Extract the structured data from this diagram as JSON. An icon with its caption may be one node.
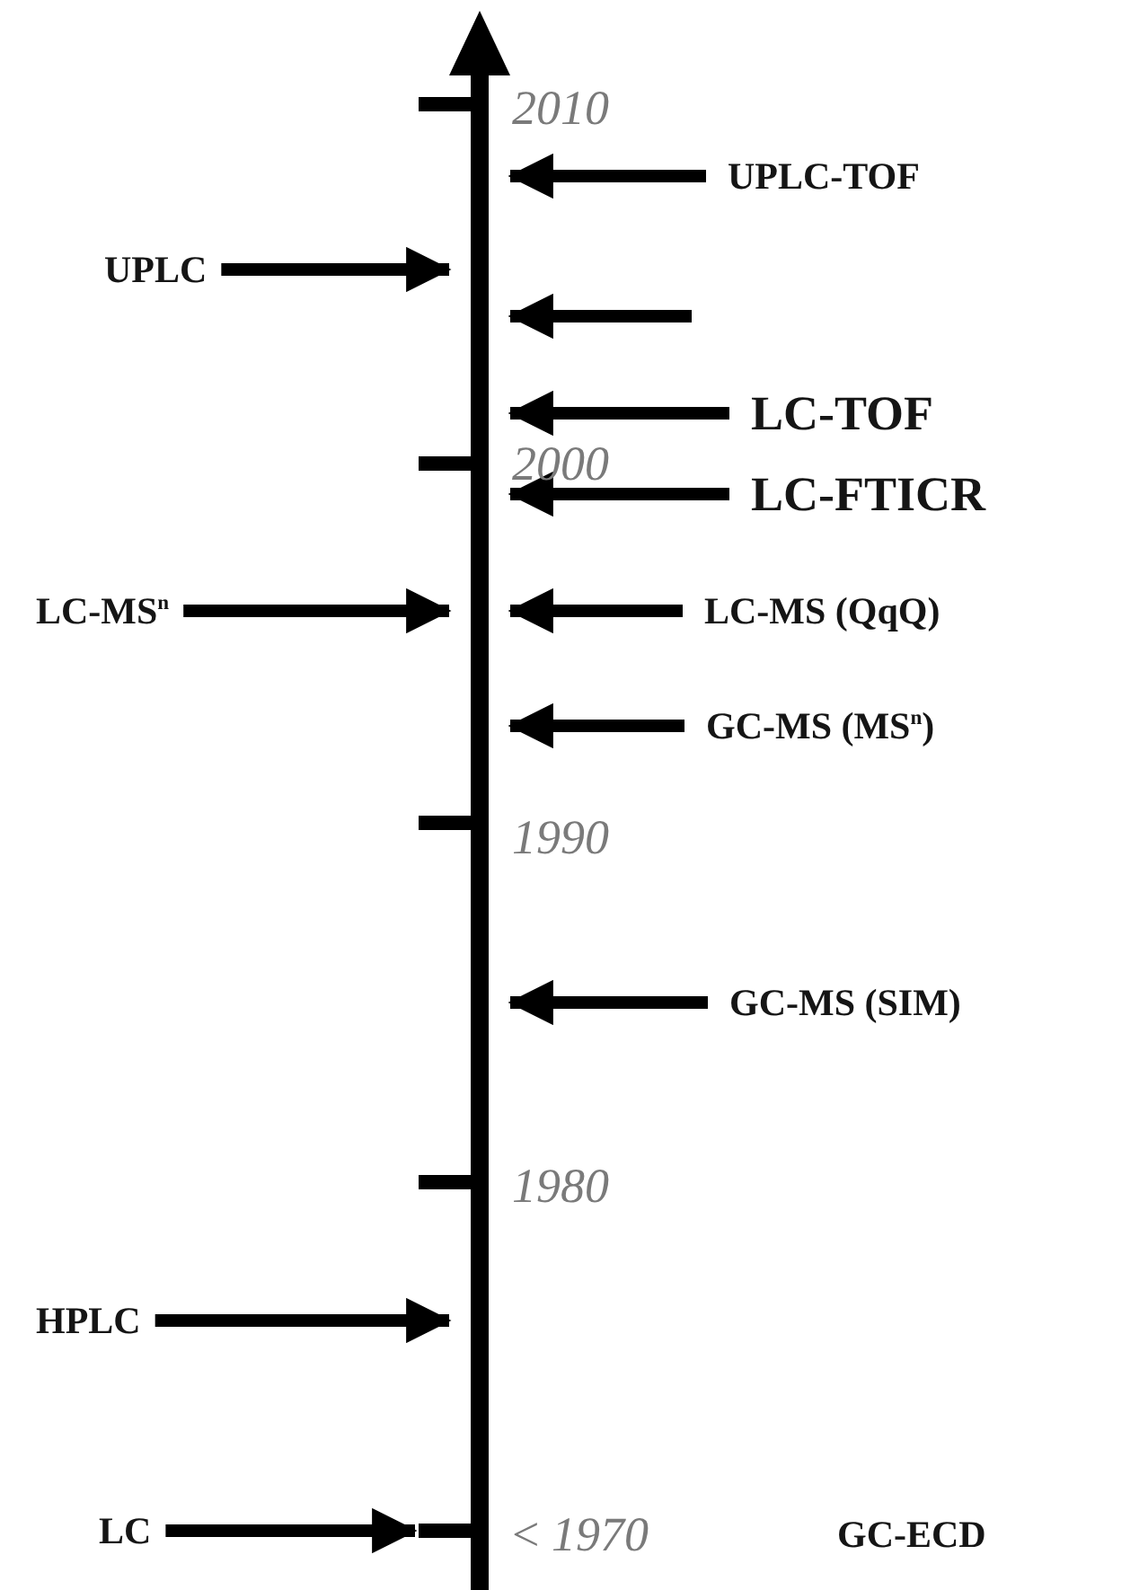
{
  "diagram": {
    "nodes": [
      {
        "text": [],
        "shape": "bar"
      },
      {
        "text": [
          "UPLC-TOF"
        ]
      },
      {
        "text": [
          "UPLC"
        ]
      },
      {
        "text": [
          "LC-TOF"
        ]
      },
      {
        "text": [
          "LC-FTICR"
        ]
      },
      {
        "text": [
          "LC-MS$^{n}$"
        ]
      },
      {
        "text": [
          "LC-MS (QqQ)"
        ]
      },
      {
        "text": [
          "GC-MS (MS$^{n}$)"
        ]
      },
      {
        "text": [
          "GC-MS (SIM)"
        ]
      },
      {
        "text": [
          "HPLC"
        ]
      },
      {
        "text": [
          "LC"
        ]
      }
    ],
    "edges": [
      {
        "from": 1,
        "to": 0,
        "arrow": "to"
      },
      {
        "from": 2,
        "to": 0,
        "arrow": "to"
      },
      {
        "from": null,
        "to": 0,
        "arrow": "to"
      },
      {
        "from": 3,
        "to": 0,
        "arrow": "to"
      },
      {
        "from": 4,
        "to": 0,
        "arrow": "to"
      },
      {
        "from": 5,
        "to": 0,
        "arrow": "to"
      },
      {
        "from": 6,
        "to": 0,
        "arrow": "to"
      },
      {
        "from": 7,
        "to": 0,
        "arrow": "to"
      },
      {
        "from": 8,
        "to": 0,
        "arrow": "to"
      },
      {
        "from": 9,
        "to": 0,
        "arrow": "to"
      },
      {
        "from": 10,
        "to": 0,
        "arrow": "to"
      }
    ],
    "labels": [
      "2010",
      "2000",
      "1990",
      "1980",
      "< *1970*",
      "GC-ECD"
    ]
  }
}
